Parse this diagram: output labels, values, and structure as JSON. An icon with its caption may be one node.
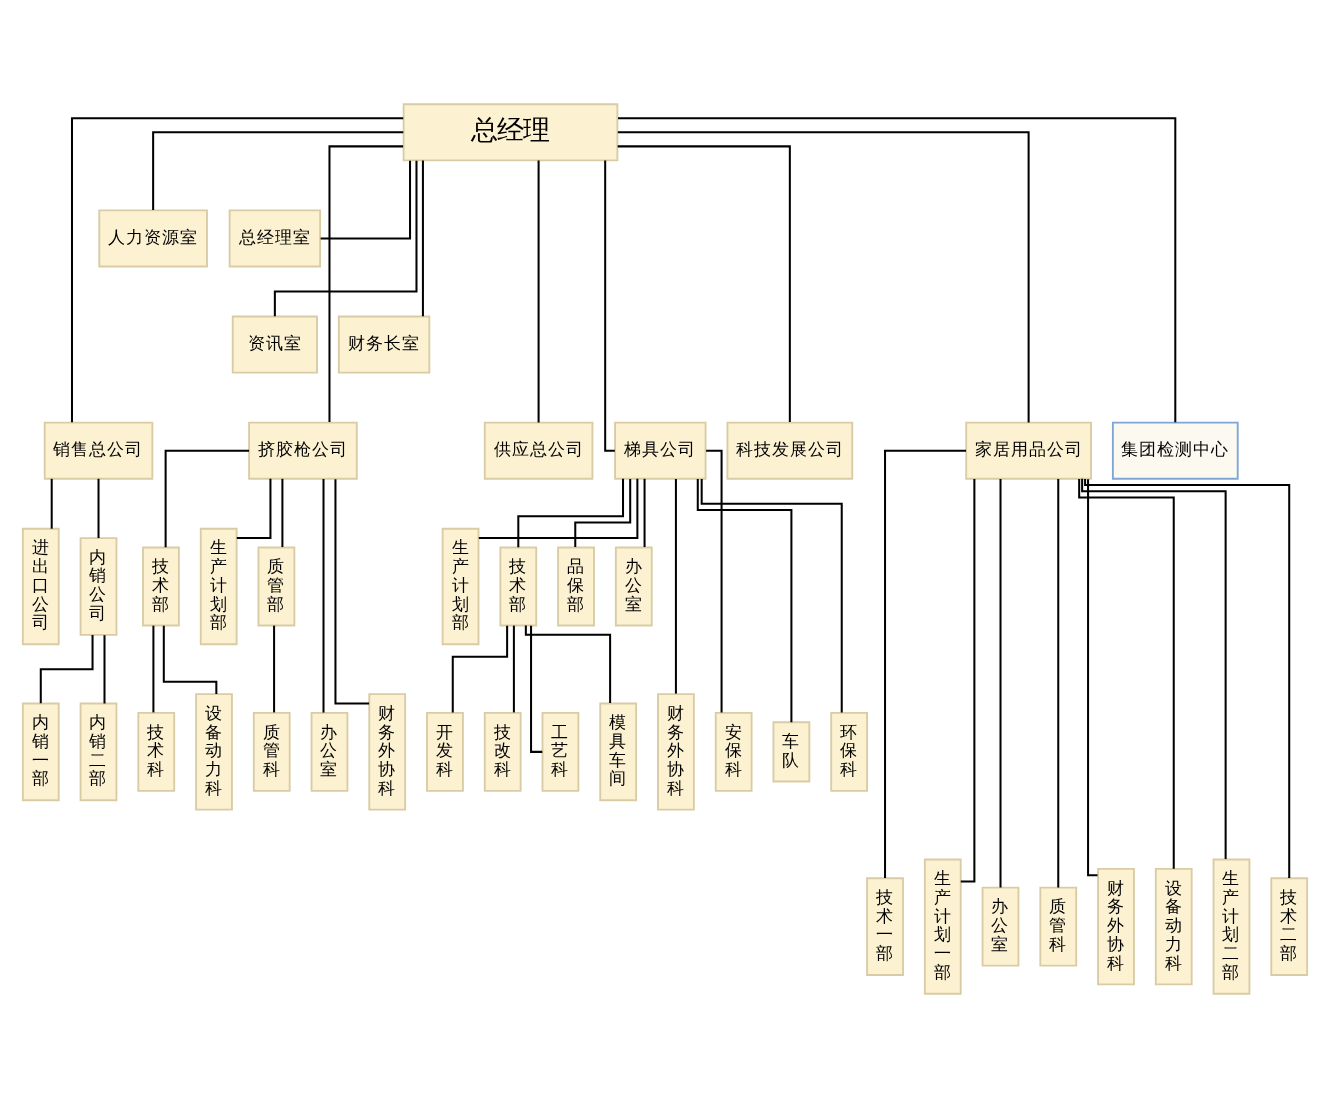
{
  "diagram": {
    "nodes": [
      {
        "text": [
          "总经理"
        ]
      },
      {
        "text": [
          "人力资源室"
        ]
      },
      {
        "text": [
          "总经理室"
        ]
      },
      {
        "text": [
          "资讯室"
        ]
      },
      {
        "text": [
          "财务长室"
        ]
      },
      {
        "text": [
          "销售总公司"
        ]
      },
      {
        "text": [
          "挤胶枪公司"
        ]
      },
      {
        "text": [
          "供应总公司"
        ]
      },
      {
        "text": [
          "梯具公司"
        ]
      },
      {
        "text": [
          "科技发展公司"
        ]
      },
      {
        "text": [
          "家居用品公司"
        ]
      },
      {
        "text": [
          "集团检测中心"
        ]
      },
      {
        "text": [
          "进出口公司"
        ]
      },
      {
        "text": [
          "内销公司"
        ]
      },
      {
        "text": [
          "技术部"
        ]
      },
      {
        "text": [
          "生产计划部"
        ]
      },
      {
        "text": [
          "质管部"
        ]
      },
      {
        "text": [
          "生产计划部"
        ]
      },
      {
        "text": [
          "技术部"
        ]
      },
      {
        "text": [
          "品保部"
        ]
      },
      {
        "text": [
          "办公室"
        ]
      },
      {
        "text": [
          "内销一部"
        ]
      },
      {
        "text": [
          "内销二部"
        ]
      },
      {
        "text": [
          "技术科"
        ]
      },
      {
        "text": [
          "设备动力科"
        ]
      },
      {
        "text": [
          "办公室"
        ]
      },
      {
        "text": [
          "财务外协科"
        ]
      },
      {
        "text": [
          "质管科"
        ]
      },
      {
        "text": [
          "财务外协科"
        ]
      },
      {
        "text": [
          "安保科"
        ]
      },
      {
        "text": [
          "车队"
        ]
      },
      {
        "text": [
          "环保科"
        ]
      },
      {
        "text": [
          "开发科"
        ]
      },
      {
        "text": [
          "技改科"
        ]
      },
      {
        "text": [
          "工艺科"
        ]
      },
      {
        "text": [
          "模具车间"
        ]
      },
      {
        "text": [
          "技术一部"
        ]
      },
      {
        "text": [
          "生产计划一部"
        ]
      },
      {
        "text": [
          "办公室"
        ]
      },
      {
        "text": [
          "质管科"
        ]
      },
      {
        "text": [
          "财务外协科"
        ]
      },
      {
        "text": [
          "设备动力科"
        ]
      },
      {
        "text": [
          "生产计划二部"
        ]
      },
      {
        "text": [
          "技术二部"
        ]
      }
    ],
    "edges": [
      {
        "from": 0,
        "to": 1,
        "arrow": "none"
      },
      {
        "from": 0,
        "to": 2,
        "arrow": "none"
      },
      {
        "from": 0,
        "to": 3,
        "arrow": "none"
      },
      {
        "from": 0,
        "to": 4,
        "arrow": "none"
      },
      {
        "from": 0,
        "to": 5,
        "arrow": "none"
      },
      {
        "from": 0,
        "to": 6,
        "arrow": "none"
      },
      {
        "from": 0,
        "to": 7,
        "arrow": "none"
      },
      {
        "from": 0,
        "to": 8,
        "arrow": "none"
      },
      {
        "from": 0,
        "to": 9,
        "arrow": "none"
      },
      {
        "from": 0,
        "to": 10,
        "arrow": "none"
      },
      {
        "from": 0,
        "to": 11,
        "arrow": "none"
      },
      {
        "from": 5,
        "to": 12,
        "arrow": "none"
      },
      {
        "from": 5,
        "to": 13,
        "arrow": "none"
      },
      {
        "from": 13,
        "to": 21,
        "arrow": "none"
      },
      {
        "from": 13,
        "to": 22,
        "arrow": "none"
      },
      {
        "from": 6,
        "to": 14,
        "arrow": "none"
      },
      {
        "from": 6,
        "to": 15,
        "arrow": "none"
      },
      {
        "from": 6,
        "to": 16,
        "arrow": "none"
      },
      {
        "from": 6,
        "to": 25,
        "arrow": "none"
      },
      {
        "from": 6,
        "to": 26,
        "arrow": "none"
      },
      {
        "from": 14,
        "to": 23,
        "arrow": "none"
      },
      {
        "from": 14,
        "to": 24,
        "arrow": "none"
      },
      {
        "from": 16,
        "to": 27,
        "arrow": "none"
      },
      {
        "from": 8,
        "to": 17,
        "arrow": "none"
      },
      {
        "from": 8,
        "to": 18,
        "arrow": "none"
      },
      {
        "from": 8,
        "to": 19,
        "arrow": "none"
      },
      {
        "from": 8,
        "to": 20,
        "arrow": "none"
      },
      {
        "from": 8,
        "to": 28,
        "arrow": "none"
      },
      {
        "from": 8,
        "to": 29,
        "arrow": "none"
      },
      {
        "from": 8,
        "to": 30,
        "arrow": "none"
      },
      {
        "from": 8,
        "to": 31,
        "arrow": "none"
      },
      {
        "from": 18,
        "to": 32,
        "arrow": "none"
      },
      {
        "from": 18,
        "to": 33,
        "arrow": "none"
      },
      {
        "from": 18,
        "to": 34,
        "arrow": "none"
      },
      {
        "from": 18,
        "to": 35,
        "arrow": "none"
      },
      {
        "from": 10,
        "to": 36,
        "arrow": "none"
      },
      {
        "from": 10,
        "to": 37,
        "arrow": "none"
      },
      {
        "from": 10,
        "to": 38,
        "arrow": "none"
      },
      {
        "from": 10,
        "to": 39,
        "arrow": "none"
      },
      {
        "from": 10,
        "to": 40,
        "arrow": "none"
      },
      {
        "from": 10,
        "to": 41,
        "arrow": "none"
      },
      {
        "from": 10,
        "to": 42,
        "arrow": "none"
      },
      {
        "from": 10,
        "to": 43,
        "arrow": "none"
      }
    ]
  }
}
